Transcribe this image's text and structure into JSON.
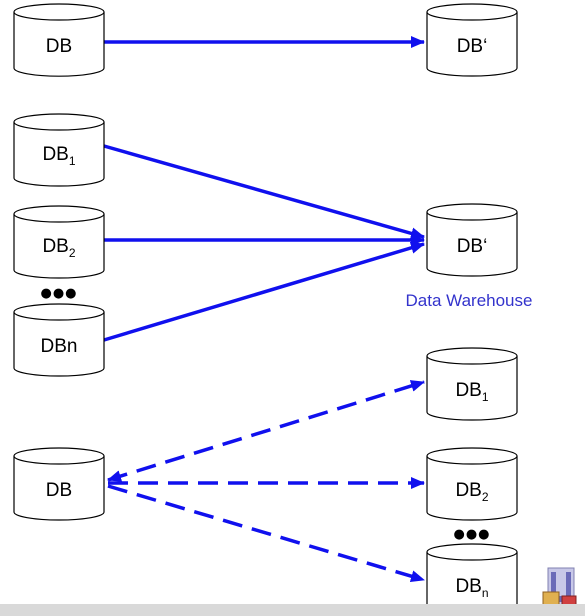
{
  "section1": {
    "source": "DB",
    "target": "DB‘"
  },
  "section2": {
    "sources": [
      {
        "base": "DB",
        "sub": "1"
      },
      {
        "base": "DB",
        "sub": "2"
      },
      {
        "base": "DBn",
        "sub": ""
      }
    ],
    "ellipsis": "●●●",
    "target": "DB‘",
    "caption": "Data Warehouse"
  },
  "section3": {
    "source": "DB",
    "targets": [
      {
        "base": "DB",
        "sub": "1"
      },
      {
        "base": "DB",
        "sub": "2"
      },
      {
        "base": "DB",
        "sub": "n"
      }
    ],
    "ellipsis": "●●●"
  },
  "colors": {
    "arrow": "#1010ee",
    "caption": "#3333cc",
    "cylinder_stroke": "#000000",
    "cylinder_fill": "#ffffff"
  }
}
